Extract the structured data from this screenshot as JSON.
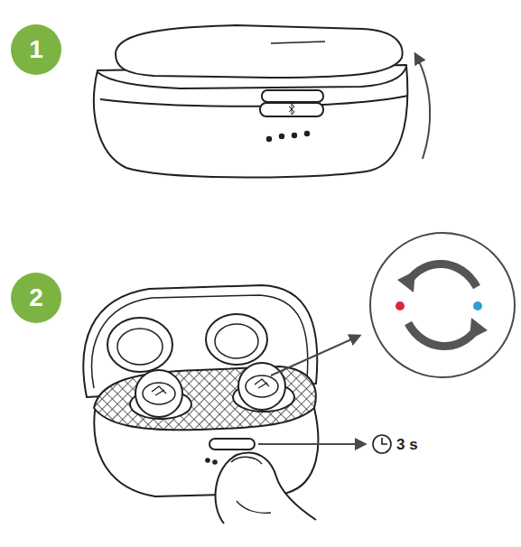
{
  "diagram": {
    "nodes": [
      {
        "text": [
          "1"
        ]
      },
      {
        "text": [
          "2"
        ]
      }
    ],
    "labels": [
      "3 s"
    ]
  }
}
